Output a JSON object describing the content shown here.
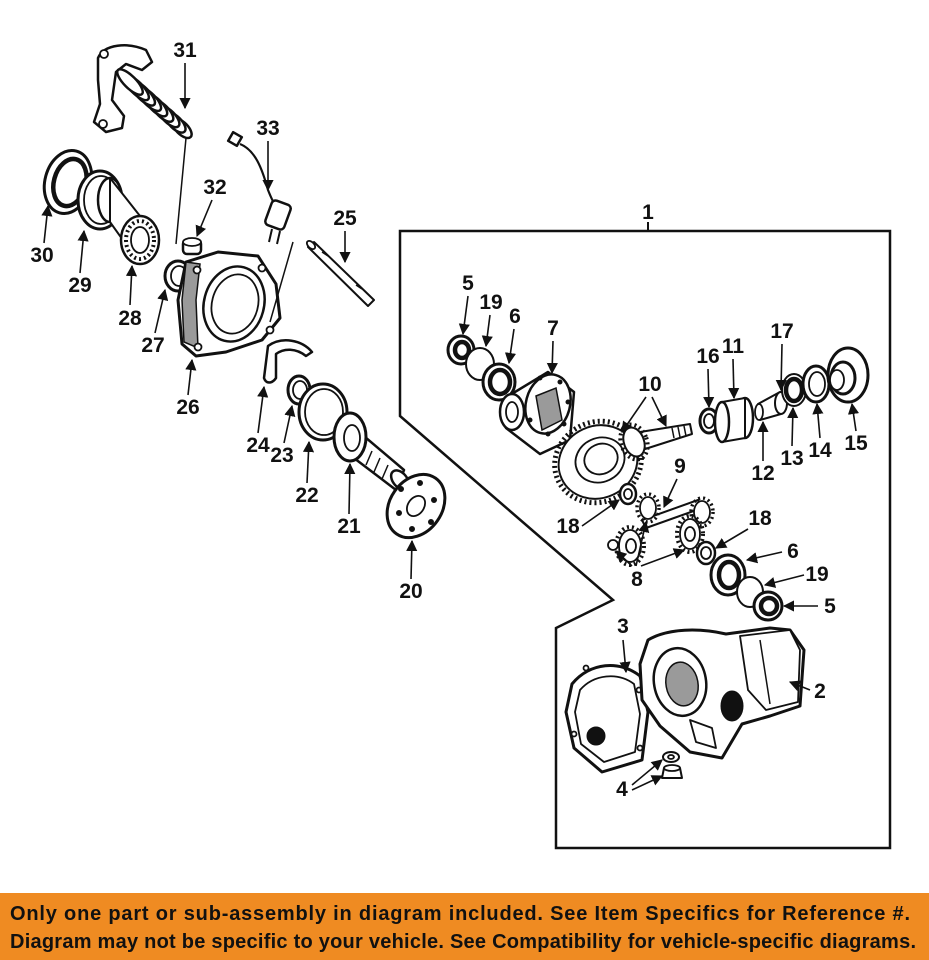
{
  "diagram": {
    "callouts": [
      "31",
      "33",
      "32",
      "25",
      "30",
      "29",
      "28",
      "27",
      "26",
      "24",
      "23",
      "22",
      "21",
      "20",
      "1",
      "5",
      "19",
      "6",
      "7",
      "10",
      "16",
      "11",
      "17",
      "12",
      "13",
      "14",
      "15",
      "9",
      "18",
      "18",
      "6",
      "19",
      "5",
      "8",
      "3",
      "2",
      "4"
    ]
  },
  "banner": {
    "line1": "Only one part or sub-assembly in diagram included. See Item Specifics for Reference #.",
    "line2": "Diagram may not be specific to your vehicle. See Compatibility for vehicle-specific diagrams.",
    "background": "#EF8B22"
  }
}
